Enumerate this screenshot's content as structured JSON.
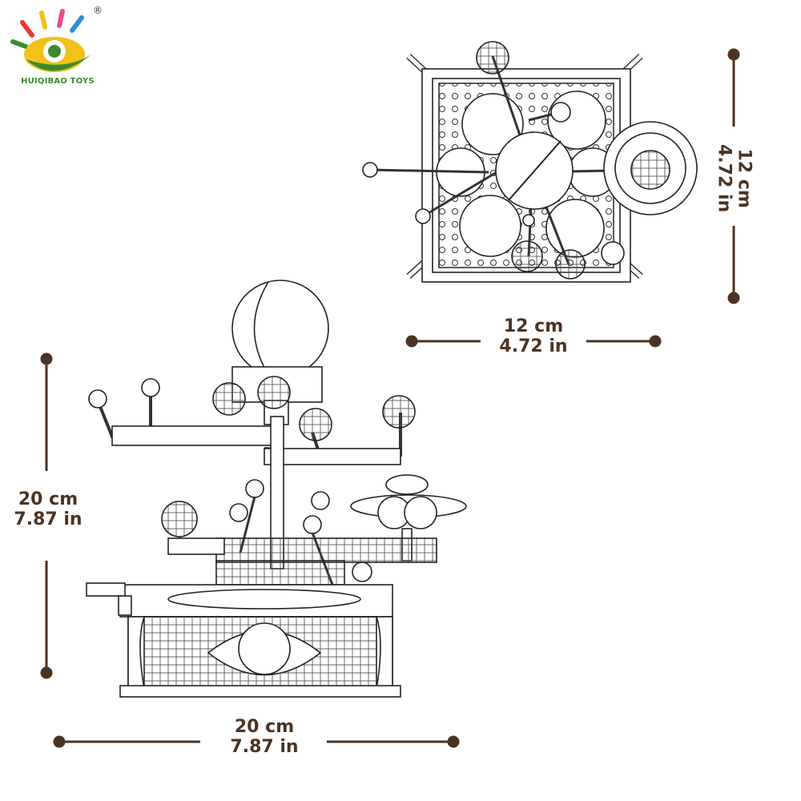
{
  "brand": {
    "name": "HUIQIBAO TOYS",
    "registered_mark": "®",
    "colors": {
      "green": "#3b8a2e",
      "yellow": "#f2c21a",
      "red": "#e53a2f",
      "blue": "#2a8fd6",
      "pink": "#e94b8f"
    }
  },
  "dimensions": {
    "color": "#4a3322",
    "top_view_height": {
      "cm": "12 cm",
      "in": "4.72 in"
    },
    "top_view_width": {
      "cm": "12 cm",
      "in": "4.72 in"
    },
    "front_view_height": {
      "cm": "20 cm",
      "in": "7.87 in"
    },
    "front_view_width": {
      "cm": "20 cm",
      "in": "7.87 in"
    }
  },
  "figures": {
    "top_view": "orrery-top-view",
    "front_view": "orrery-front-view"
  }
}
